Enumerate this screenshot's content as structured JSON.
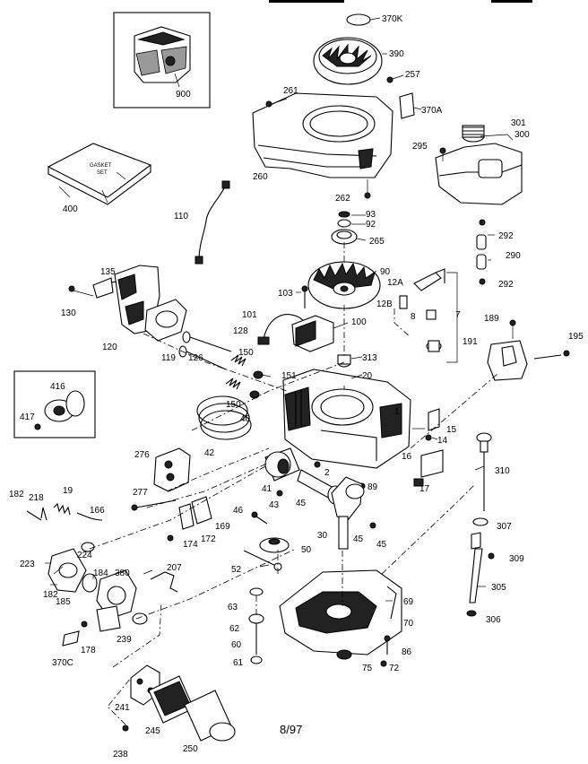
{
  "parts": {
    "p370K": "370K",
    "p390": "390",
    "p257": "257",
    "p370A": "370A",
    "p261": "261",
    "p260": "260",
    "p262": "262",
    "p900": "900",
    "p301": "301",
    "p300": "300",
    "p295": "295",
    "p93": "93",
    "p92": "92",
    "p265": "265",
    "p292a": "292",
    "p290": "290",
    "p292b": "292",
    "p400": "400",
    "p110": "110",
    "p135": "135",
    "p130": "130",
    "p120": "120",
    "p119": "119",
    "p103": "103",
    "p90": "90",
    "p12A": "12A",
    "p12B": "12B",
    "p8": "8",
    "p7": "7",
    "p101": "101",
    "p100": "100",
    "p128": "128",
    "p126": "126",
    "p150a": "150",
    "p151": "151",
    "p150b": "150",
    "p313": "313",
    "p20": "20",
    "p189": "189",
    "p191": "191",
    "p195": "195",
    "p416": "416",
    "p417": "417",
    "p40": "40",
    "p42": "42",
    "p1": "1",
    "p15": "15",
    "p14": "14",
    "p276": "276",
    "p16": "16",
    "p17": "17",
    "p310": "310",
    "p41": "41",
    "p2": "2",
    "p89": "89",
    "p43": "43",
    "p45a": "45",
    "p277": "277",
    "p182a": "182",
    "p218": "218",
    "p19": "19",
    "p166": "166",
    "p46": "46",
    "p169": "169",
    "p174": "174",
    "p172": "172",
    "p30": "30",
    "p45b": "45",
    "p45c": "45",
    "p307": "307",
    "p224": "224",
    "p223": "223",
    "p184": "184",
    "p380": "380",
    "p207": "207",
    "p50": "50",
    "p52": "52",
    "p309": "309",
    "p305": "305",
    "p69": "69",
    "p182b": "182",
    "p185": "185",
    "p63": "63",
    "p62": "62",
    "p306": "306",
    "p70": "70",
    "p178": "178",
    "p239": "239",
    "p60": "60",
    "p86": "86",
    "p370C": "370C",
    "p75": "75",
    "p72": "72",
    "p61": "61",
    "p241": "241",
    "p245": "245",
    "p250": "250",
    "p238": "238"
  },
  "gasket_kit_text": [
    "GASKET",
    "SET"
  ],
  "date_code": "8/97"
}
